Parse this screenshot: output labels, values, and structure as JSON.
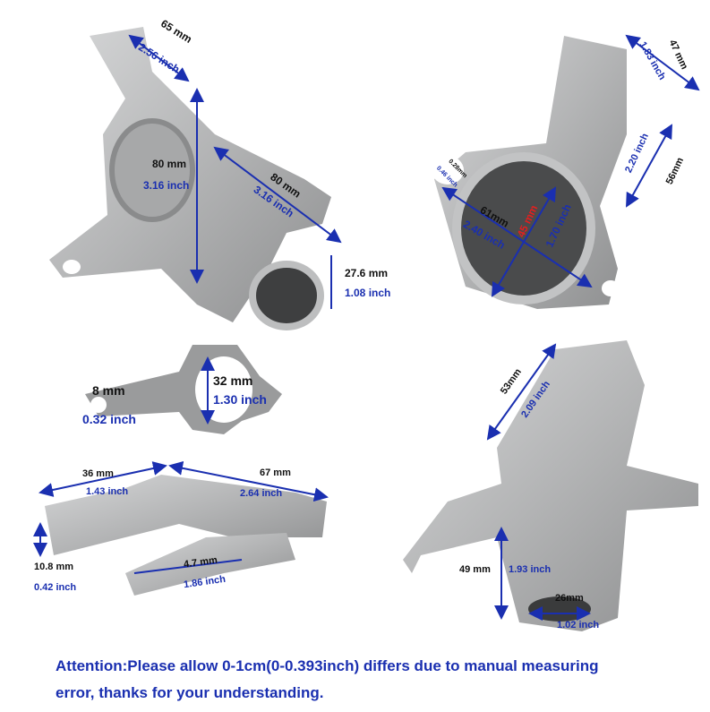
{
  "colors": {
    "dimension_line": "#1a2fb0",
    "metric_text": "#111111",
    "imperial_text": "#1a2fb0",
    "highlight_text": "#e02020",
    "part_metal": "#b9babb"
  },
  "parts": {
    "top_left": {
      "dims": [
        {
          "mm": "65 mm",
          "inch": "2.56 inch"
        },
        {
          "mm": "80 mm",
          "inch": "3.16 inch"
        },
        {
          "mm": "80 mm",
          "inch": "3.16 inch"
        },
        {
          "mm": "27.6 mm",
          "inch": "1.08 inch"
        }
      ]
    },
    "top_right": {
      "dims": [
        {
          "mm": "47 mm",
          "inch": "1.83 inch"
        },
        {
          "mm": "56mm",
          "inch": "2.20 inch"
        },
        {
          "mm": "61mm",
          "inch": "2.40 inch"
        },
        {
          "mm": "45 mm",
          "inch": "1.70 inch"
        },
        {
          "mm": "0.28mm",
          "inch": "0.46 inch"
        }
      ]
    },
    "gasket": {
      "dims": [
        {
          "mm": "8 mm",
          "inch": "0.32 inch"
        },
        {
          "mm": "32 mm",
          "inch": "1.30 inch"
        }
      ]
    },
    "bottom_left": {
      "dims": [
        {
          "mm": "36 mm",
          "inch": "1.43 inch"
        },
        {
          "mm": "67 mm",
          "inch": "2.64 inch"
        },
        {
          "mm": "10.8 mm",
          "inch": "0.42 inch"
        },
        {
          "mm": "4.7 mm",
          "inch": "1.86 inch"
        }
      ]
    },
    "bottom_right": {
      "dims": [
        {
          "mm": "53mm",
          "inch": "2.09 inch"
        },
        {
          "mm": "49 mm",
          "inch": "1.93 inch"
        },
        {
          "mm": "26mm",
          "inch": "1.02 inch"
        }
      ]
    }
  },
  "note": {
    "line1": "Attention:Please allow 0-1cm(0-0.393inch) differs due to manual measuring",
    "line2": "error, thanks for your understanding."
  }
}
